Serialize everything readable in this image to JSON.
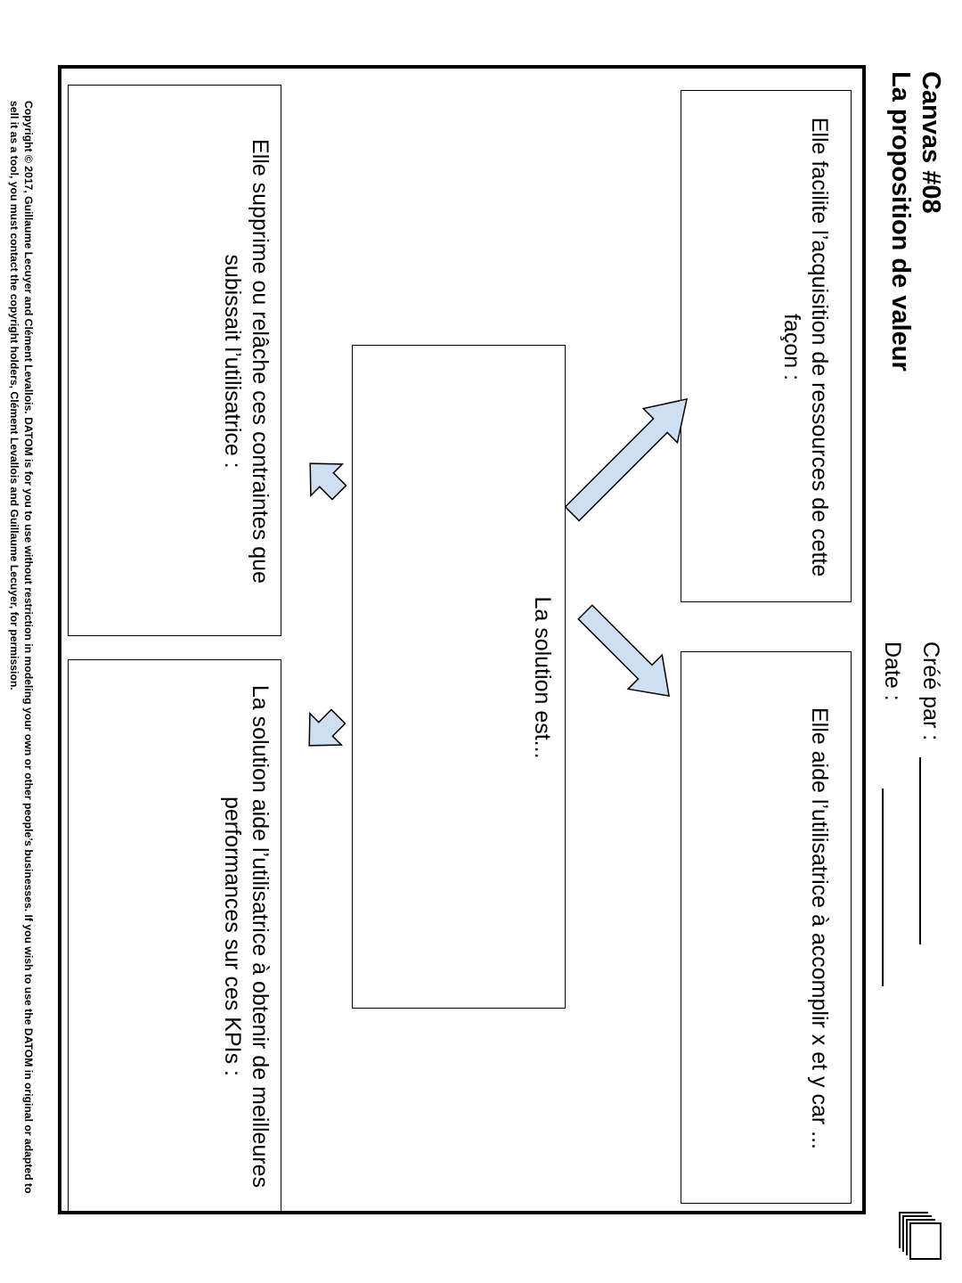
{
  "header": {
    "canvas_number": "Canvas #08",
    "title": "La proposition de valeur",
    "created_by_label": "Créé par :",
    "date_label": "Date :"
  },
  "boxes": {
    "top_left": "Elle facilite l’acquisition de ressources de cette façon :",
    "top_right": "Elle aide l’utilisatrice à accomplir x et y car ...",
    "center": "La solution est...",
    "bottom_left": "Elle supprime ou relâche ces contraintes que subissait l’utilisatrice :",
    "bottom_right": "La solution aide l’utilisatrice à obtenir de meilleures performances sur ces KPIs :"
  },
  "footer": {
    "copyright": "Copyright © 2017, Guillaume Lecuyer and Clément Levallois. DATOM is for you to use without restriction in modeling your own or other people’s businesses. If you wish to use the DATOM in original or adapted to sell it as a tool, you must contact the copyright holders, Clément Levallois and Guillaume Lecuyer, for permission."
  },
  "icons": {
    "arrow_fill": "#cfdff3",
    "arrow_stroke": "#000000",
    "stack_icon": "stacked-pages-icon"
  }
}
